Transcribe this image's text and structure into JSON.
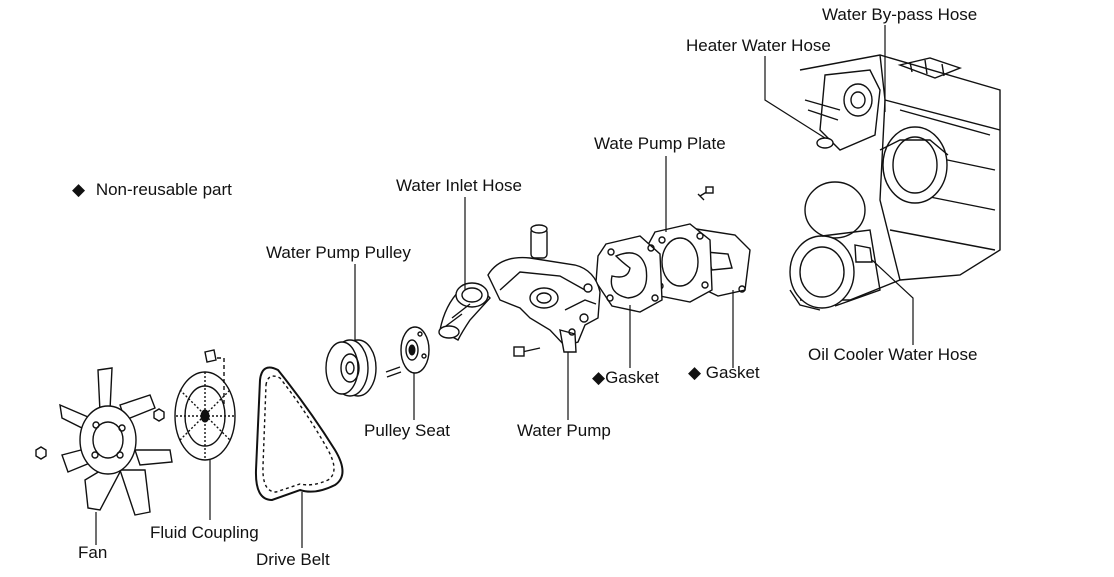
{
  "legend": {
    "symbol": "◆",
    "text": "Non-reusable part"
  },
  "labels": {
    "water_bypass_hose": "Water By-pass Hose",
    "heater_water_hose": "Heater Water Hose",
    "water_pump_plate": "Wate Pump Plate",
    "water_inlet_hose": "Water Inlet Hose",
    "water_pump_pulley": "Water Pump Pulley",
    "oil_cooler_water_hose": "Oil Cooler Water Hose",
    "gasket_left": "◆Gasket",
    "gasket_right": "◆ Gasket",
    "pulley_seat": "Pulley Seat",
    "water_pump": "Water Pump",
    "fluid_coupling": "Fluid Coupling",
    "fan": "Fan",
    "drive_belt": "Drive Belt"
  },
  "colors": {
    "ink": "#111111",
    "background": "#ffffff"
  }
}
